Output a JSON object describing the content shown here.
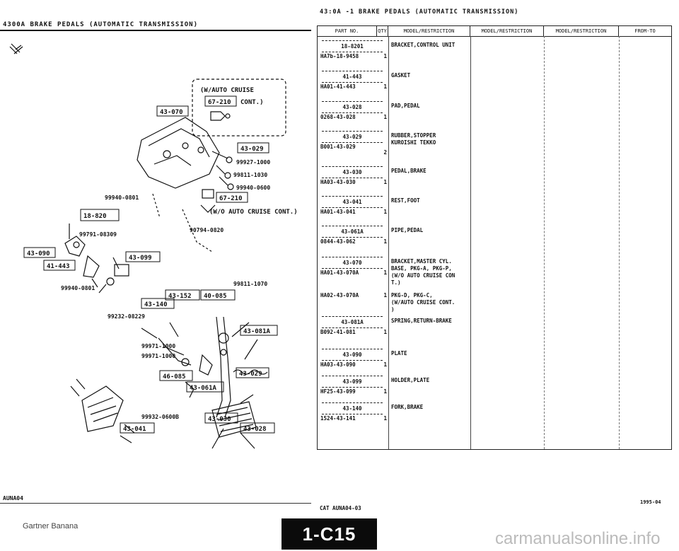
{
  "left_header": "4300A   BRAKE PEDALS (AUTOMATIC TRANSMISSION)",
  "right_header": "43:0A -1   BRAKE PEDALS (AUTOMATIC TRANSMISSION)",
  "table": {
    "columns": [
      "PART NO.",
      "QTY",
      "MODEL/RESTRICTION",
      "MODEL/RESTRICTION",
      "MODEL/RESTRICTION",
      "FROM-TO"
    ],
    "rows": [
      {
        "ref": "18-8201",
        "part": "HA7b-18-9458",
        "qty": "1",
        "desc": "BRACKET,CONTROL UNIT"
      },
      {
        "ref": "41-443",
        "part": "HA01-41-443",
        "qty": "1",
        "desc": "GASKET"
      },
      {
        "ref": "43-028",
        "part": "0268-43-028",
        "qty": "1",
        "desc": "PAD,PEDAL"
      },
      {
        "ref": "43-029",
        "part": "B001-43-029",
        "qty": "2",
        "desc": "RUBBER,STOPPER\nKUROISHI TEKKO"
      },
      {
        "ref": "43-030",
        "part": "HA03-43-030",
        "qty": "1",
        "desc": "PEDAL,BRAKE"
      },
      {
        "ref": "43-041",
        "part": "HA01-43-041",
        "qty": "1",
        "desc": "REST,FOOT"
      },
      {
        "ref": "43-061A",
        "part": "0844-43-062",
        "qty": "1",
        "desc": "PIPE,PEDAL"
      },
      {
        "ref": "43-070",
        "part": "HA01-43-070A",
        "qty": "1",
        "desc": "BRACKET,MASTER CYL.\nBASE, PKG-A, PKG-P,\n(W/O AUTO CRUISE CON\nT.)"
      },
      {
        "ref": "",
        "part": "HA02-43-070A",
        "qty": "1",
        "desc": "PKG-D, PKG-C,\n(W/AUTO CRUISE CONT.\n)"
      },
      {
        "ref": "43-081A",
        "part": "B092-41-081",
        "qty": "1",
        "desc": "SPRING,RETURN-BRAKE"
      },
      {
        "ref": "43-090",
        "part": "HA03-43-090",
        "qty": "1",
        "desc": "PLATE"
      },
      {
        "ref": "43-099",
        "part": "HF25-43-099",
        "qty": "1",
        "desc": "HOLDER,PLATE"
      },
      {
        "ref": "43-140",
        "part": "1524-43-141",
        "qty": "1",
        "desc": "FORK,BRAKE"
      }
    ]
  },
  "diagram": {
    "labels": {
      "auto_cruise_box": "(W/AUTO CRUISE",
      "cont": "CONT.)",
      "ref_67_210": "67-210",
      "ref_43_070": "43-070",
      "ref_43_029": "43-029",
      "b_99927": "99927-1000",
      "b_99811": "99811-1030",
      "b_99940_0600": "99940-0600",
      "b_99940_0801_top": "99940-0801",
      "ref_67_210_b": "67-210",
      "wo_auto_cruise": "(W/O AUTO CRUISE CONT.)",
      "ref_18_820": "18-820",
      "b_90794": "90794-0820",
      "b_99791": "99791-08309",
      "ref_43_090": "43-090",
      "ref_41_443": "41-443",
      "ref_43_099": "43-099",
      "b_99940_0801": "99940-0801",
      "b_99811_1070": "99811-1070",
      "ref_43_152": "43-152",
      "ref_40_085": "40-085",
      "ref_43_140": "43-140",
      "b_99232": "99232-08229",
      "ref_43_081a": "43-081A",
      "b_99971a": "99971-1000",
      "b_99971b": "99971-1000",
      "ref_46_085": "46-085",
      "ref_43_029b": "43-029",
      "ref_43_061a": "43-061A",
      "b_99932": "99932-0600B",
      "ref_43_030": "43-030",
      "ref_43_041": "43-041",
      "ref_43_028": "43-028"
    }
  },
  "footer": {
    "left": "AUNA04",
    "right": "CAT  AUNA04-03",
    "date": "1995-04",
    "brand_left": "Gartner Banana",
    "page": "1-C15",
    "site": "carmanualsonline.info"
  }
}
